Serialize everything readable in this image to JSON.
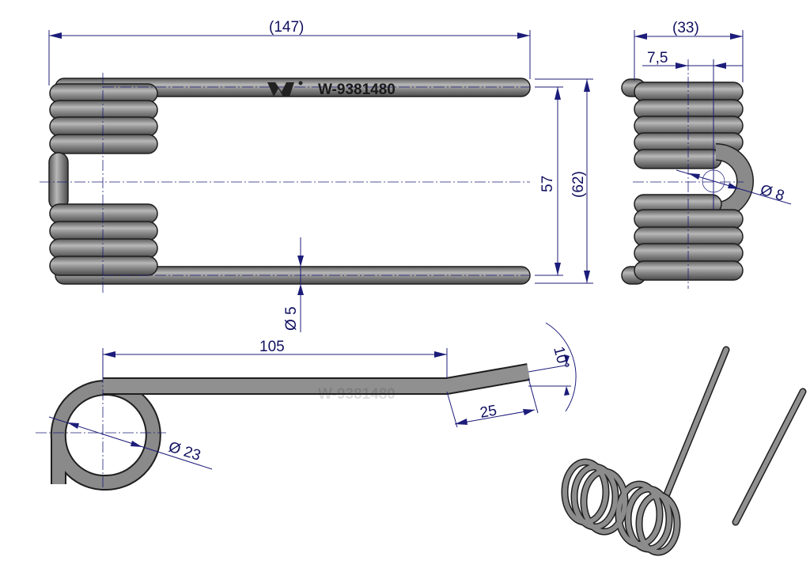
{
  "part_number": "W-9381480",
  "logo_text": "W",
  "dimensions": {
    "overall_length": "(147)",
    "overall_width": "(33)",
    "offset": "7,5",
    "loop_diameter": "Ø 8",
    "inner_height": "57",
    "overall_height": "(62)",
    "wire_diameter": "Ø 5",
    "leg_length": "105",
    "bend_angle": "10°",
    "bent_length": "25",
    "coil_diameter": "Ø 23"
  },
  "colors": {
    "dimension": "#1c1c7a",
    "steel": "#7a7a7a"
  }
}
